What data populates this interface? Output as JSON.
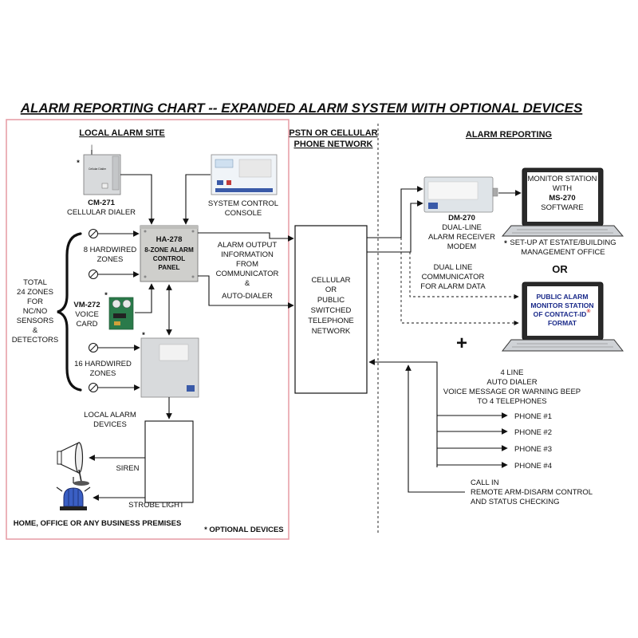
{
  "title": "ALARM REPORTING CHART -- EXPANDED ALARM SYSTEM WITH OPTIONAL DEVICES",
  "sections": {
    "local": "LOCAL ALARM SITE",
    "pstn_line1": "PSTN OR CELLULAR",
    "pstn_line2": "PHONE NETWORK",
    "reporting": "ALARM REPORTING"
  },
  "asterisk": "*",
  "cm271": {
    "model": "CM-271",
    "name": "CELLULAR DIALER",
    "screen_text": "Cellular Dialler"
  },
  "console": {
    "line1": "SYSTEM CONTROL",
    "line2": "CONSOLE"
  },
  "panel": {
    "model": "HA-278",
    "line1": "8-ZONE ALARM",
    "line2": "CONTROL",
    "line3": "PANEL"
  },
  "zones8": {
    "line1": "8 HARDWIRED",
    "line2": "ZONES"
  },
  "zones16": {
    "line1": "16 HARDWIRED",
    "line2": "ZONES"
  },
  "total": {
    "l1": "TOTAL",
    "l2": "24 ZONES",
    "l3": "FOR",
    "l4": "NC/NO",
    "l5": "SENSORS",
    "l6": "&",
    "l7": "DETECTORS"
  },
  "voice": {
    "model": "VM-272",
    "l1": "VOICE",
    "l2": "CARD"
  },
  "output": {
    "l1": "ALARM OUTPUT",
    "l2": "INFORMATION",
    "l3": "FROM",
    "l4": "COMMUNICATOR",
    "l5": "&",
    "l6": "AUTO-DIALER"
  },
  "local_devices": {
    "l1": "LOCAL ALARM",
    "l2": "DEVICES"
  },
  "siren": "SIREN",
  "strobe": "STROBE LIGHT",
  "premises": "HOME, OFFICE OR ANY BUSINESS PREMISES",
  "optional": "OPTIONAL DEVICES",
  "network": {
    "l1": "CELLULAR",
    "l2": "OR",
    "l3": "PUBLIC",
    "l4": "SWITCHED",
    "l5": "TELEPHONE",
    "l6": "NETWORK"
  },
  "dm270": {
    "model": "DM-270",
    "l1": "DUAL-LINE",
    "l2": "ALARM RECEIVER",
    "l3": "MODEM"
  },
  "monitor": {
    "l1": "MONITOR STATION",
    "l2": "WITH",
    "l3": "MS-270",
    "l4": "SOFTWARE"
  },
  "setup": {
    "l1": "SET-UP AT ESTATE/BUILDING",
    "l2": "MANAGEMENT OFFICE"
  },
  "or_text": "OR",
  "dual_comm": {
    "l1": "DUAL LINE",
    "l2": "COMMUNICATOR",
    "l3": "FOR ALARM DATA"
  },
  "public": {
    "l1": "PUBLIC ALARM",
    "l2": "MONITOR STATION",
    "l3": "OF CONTACT-ID",
    "reg": "®",
    "l4": "FORMAT"
  },
  "plus": "+",
  "auto_dialer": {
    "l1": "4 LINE",
    "l2": "AUTO DIALER",
    "l3": "VOICE MESSAGE OR WARNING BEEP",
    "l4": "TO 4 TELEPHONES"
  },
  "phones": [
    "PHONE #1",
    "PHONE #2",
    "PHONE #3",
    "PHONE #4"
  ],
  "callin": {
    "l1": "CALL IN",
    "l2": "REMOTE ARM-DISARM CONTROL",
    "l3": "AND STATUS CHECKING"
  },
  "colors": {
    "site_border": "#e8a0a8",
    "public_text": "#1a2a8a",
    "device_grey": "#d8dadc",
    "panel_body": "#cfcfcc",
    "card_green": "#2a7a4a"
  }
}
